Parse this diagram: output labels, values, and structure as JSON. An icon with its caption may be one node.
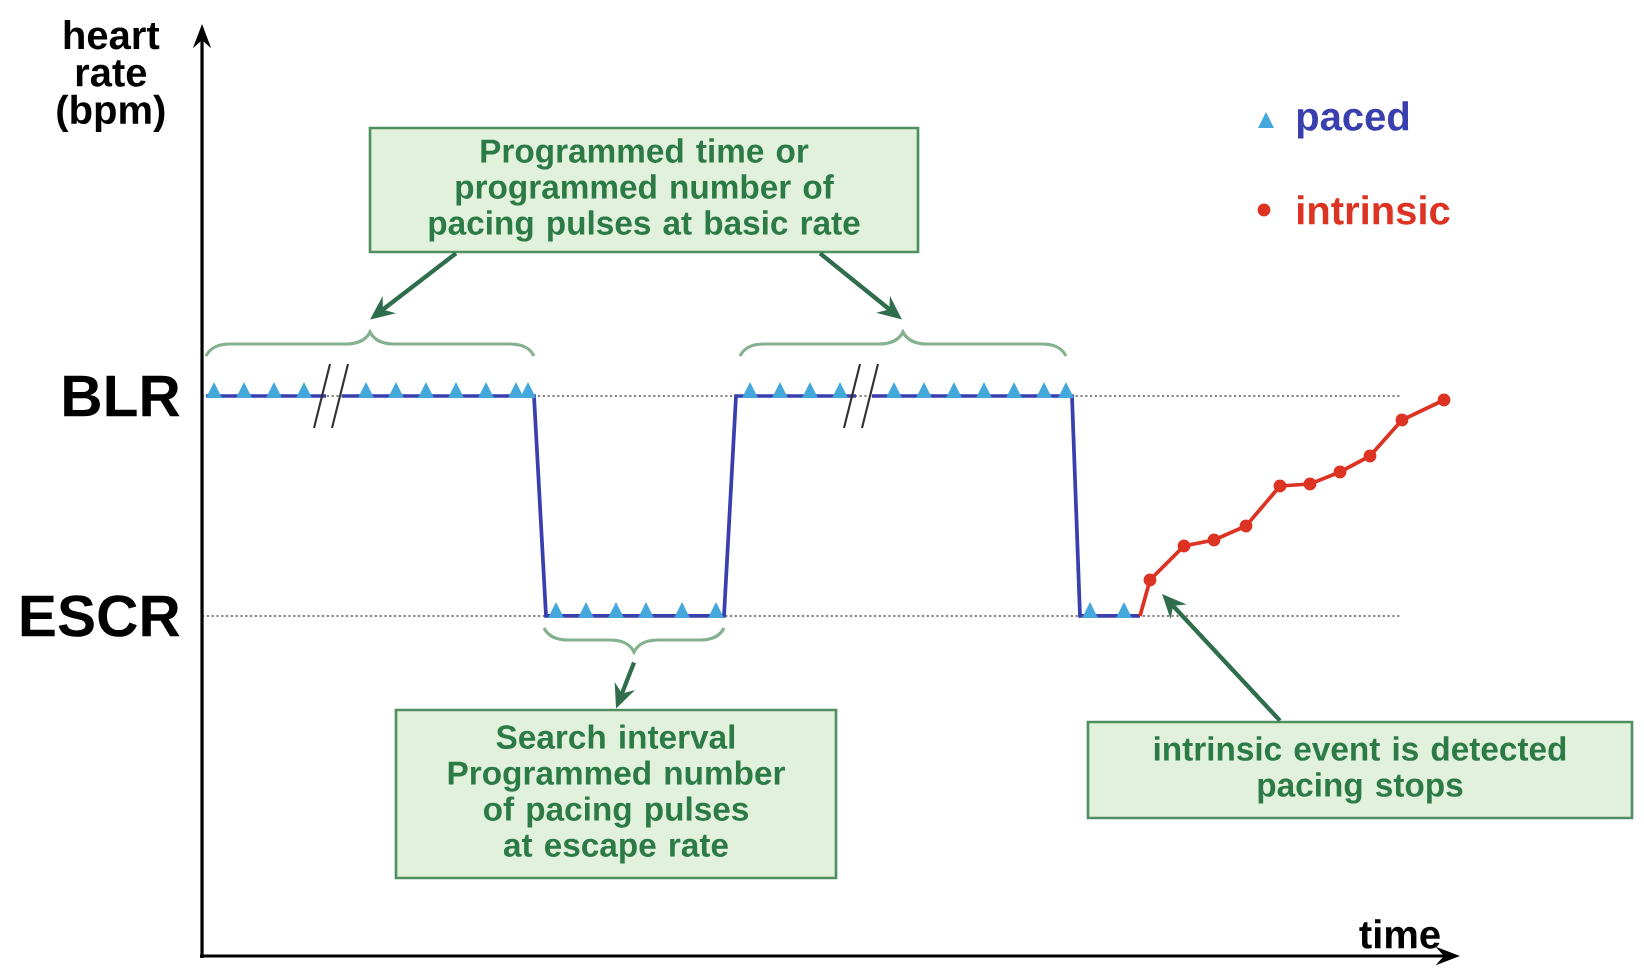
{
  "diagram": {
    "nodes": [
      {
        "text": [
          "Programmed time or programmed number of pacing pulses at basic rate"
        ]
      },
      {
        "text": [],
        "shape": "brace"
      },
      {
        "text": [],
        "shape": "brace"
      },
      {
        "text": [
          "Search interval",
          "Programmed number of pacing pulses at escape rate"
        ]
      },
      {
        "text": [],
        "shape": "brace"
      },
      {
        "text": [
          "intrinsic event is detected",
          "pacing stops"
        ]
      }
    ],
    "edges": [
      {
        "from": 0,
        "to": 1,
        "arrow": "to"
      },
      {
        "from": 0,
        "to": 2,
        "arrow": "to"
      },
      {
        "from": 4,
        "to": 3,
        "arrow": "to"
      },
      {
        "from": 5,
        "to": null,
        "arrow": "to"
      }
    ],
    "labels": [
      "heart rate (bpm)",
      "BLR",
      "ESCR",
      "time"
    ],
    "legend": [
      {
        "text": "paced"
      },
      {
        "text": "intrinsic"
      }
    ]
  }
}
